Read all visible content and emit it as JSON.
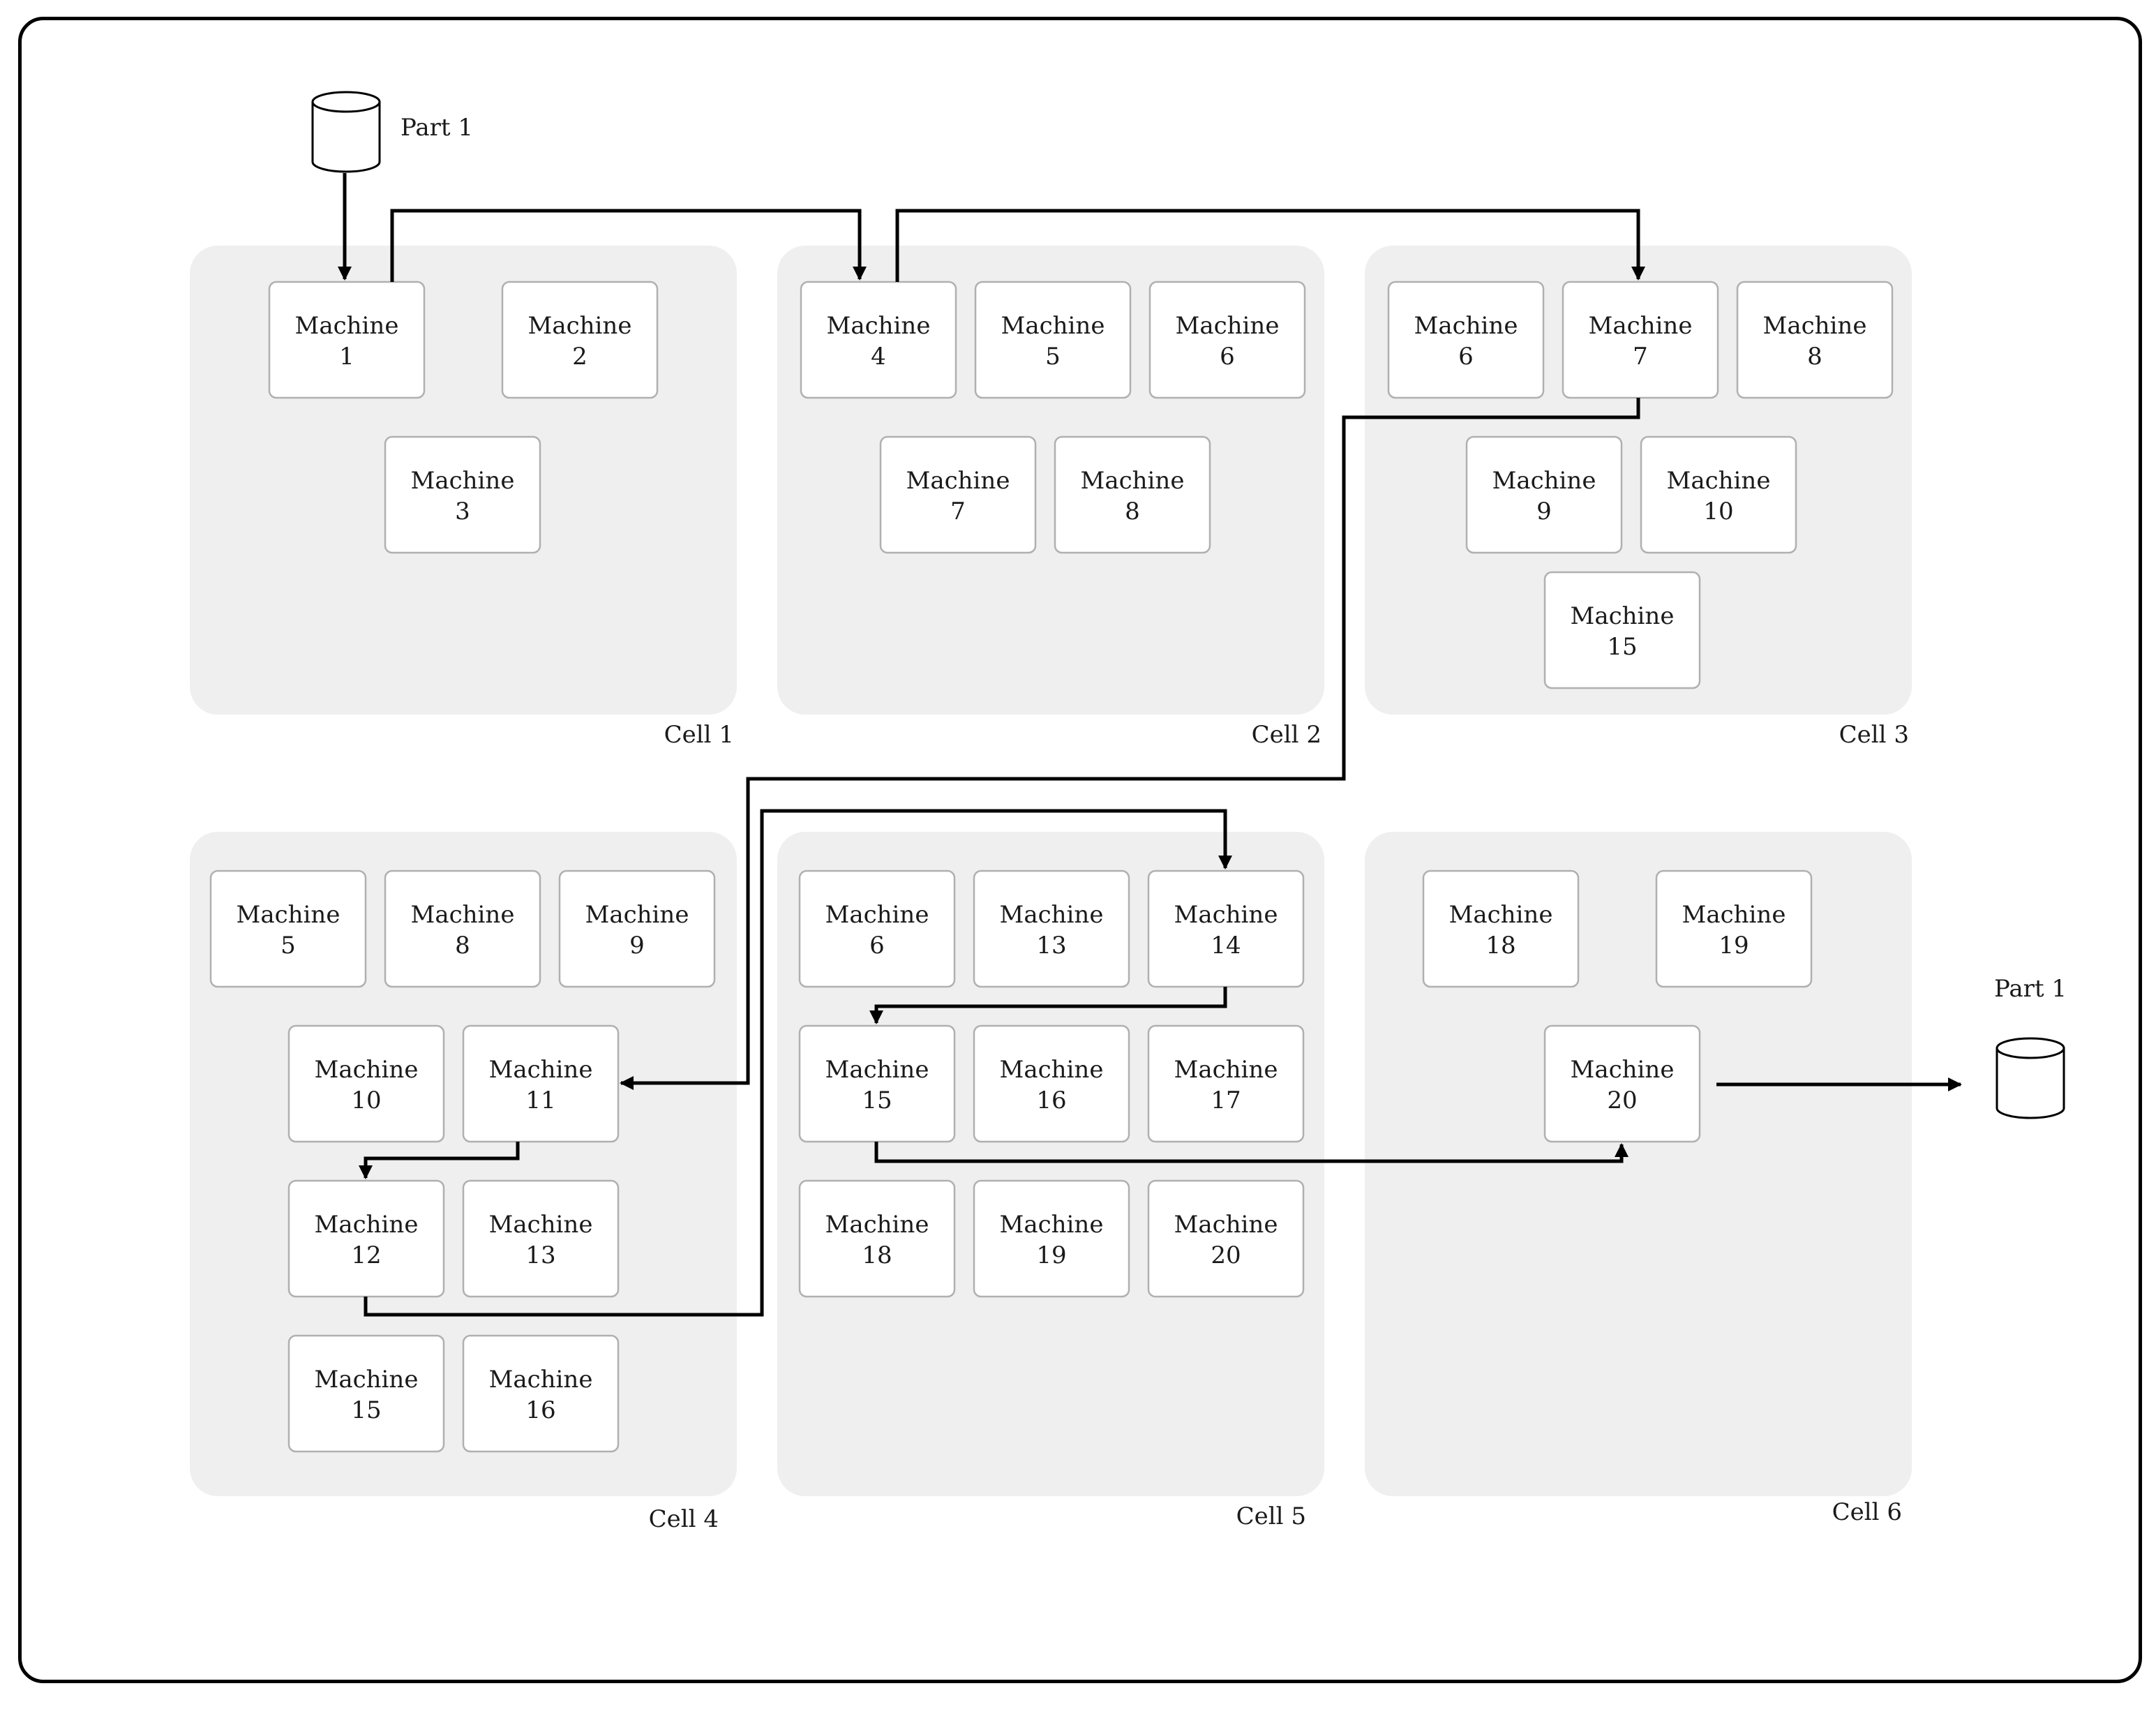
{
  "machine_word": "Machine",
  "part_label": "Part 1",
  "cells": [
    {
      "label": "Cell 1",
      "machines": [
        "1",
        "2",
        "3"
      ]
    },
    {
      "label": "Cell 2",
      "machines": [
        "4",
        "5",
        "6",
        "7",
        "8"
      ]
    },
    {
      "label": "Cell 3",
      "machines": [
        "6",
        "7",
        "8",
        "9",
        "10",
        "15"
      ]
    },
    {
      "label": "Cell 4",
      "machines": [
        "5",
        "8",
        "9",
        "10",
        "11",
        "12",
        "13",
        "15",
        "16"
      ]
    },
    {
      "label": "Cell 5",
      "machines": [
        "6",
        "13",
        "14",
        "15",
        "16",
        "17",
        "18",
        "19",
        "20"
      ]
    },
    {
      "label": "Cell 6",
      "machines": [
        "18",
        "19",
        "20"
      ]
    }
  ],
  "routing": [
    "Machine 1",
    "Machine 4",
    "Machine 7",
    "Machine 11",
    "Machine 12",
    "Machine 14",
    "Machine 15",
    "Machine 20"
  ],
  "colors": {
    "cell_background": "#efefef",
    "line": "#000000"
  }
}
